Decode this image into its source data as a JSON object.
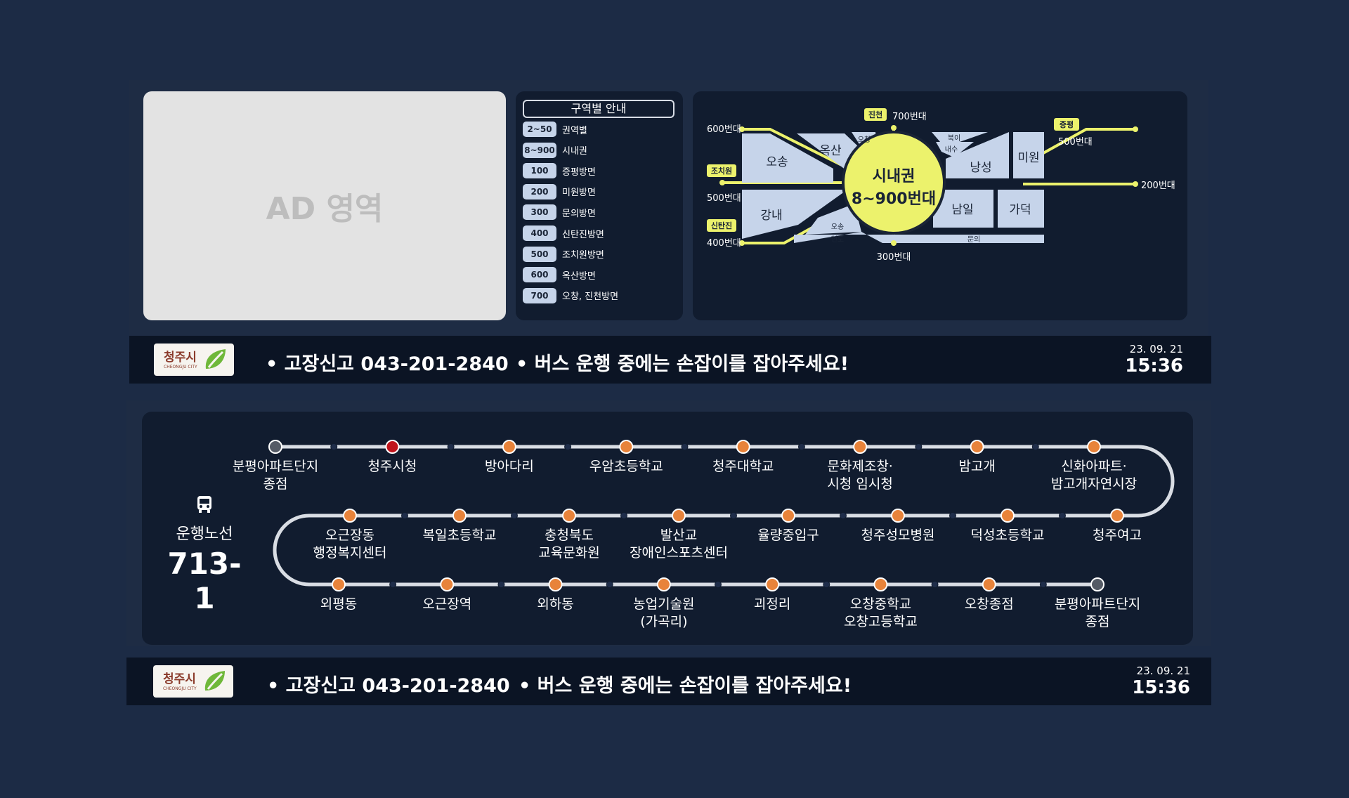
{
  "ad": {
    "label": "AD 영역"
  },
  "zones": {
    "title": "구역별 안내",
    "items": [
      {
        "code": "2~50",
        "name": "권역별"
      },
      {
        "code": "8~900",
        "name": "시내권"
      },
      {
        "code": "100",
        "name": "증평방면"
      },
      {
        "code": "200",
        "name": "미원방면"
      },
      {
        "code": "300",
        "name": "문의방면"
      },
      {
        "code": "400",
        "name": "신탄진방면"
      },
      {
        "code": "500",
        "name": "조치원방면"
      },
      {
        "code": "600",
        "name": "옥산방면"
      },
      {
        "code": "700",
        "name": "오창, 진천방면"
      }
    ]
  },
  "map": {
    "center_title": "시내권",
    "center_range": "8~900번대",
    "labels": {
      "l600": "600번대",
      "l700": "700번대",
      "l500r": "500번대",
      "l200": "200번대",
      "l500l": "500번대",
      "l400": "400번대",
      "l300": "300번대"
    },
    "tags": {
      "jincheon": "진천",
      "jeungpyeong": "증평",
      "jochiwon": "조치원",
      "sintanjin": "신탄진"
    },
    "areas": {
      "osong_big": "오송",
      "oksan": "옥산",
      "gangnae": "강내",
      "nangseong": "낭성",
      "miwon": "미원",
      "namil": "남일",
      "gadeok": "가덕"
    },
    "small": {
      "ochang": "오창",
      "bugi": "북이",
      "naesu": "내수",
      "osong_small": "오송",
      "hyeondo": "현도",
      "munui": "문의"
    },
    "colors": {
      "center": "#ecf26c",
      "area": "#c6d4ea",
      "road": "#ecf26c"
    }
  },
  "ticker": {
    "message1": "• 고장신고 043-201-2840",
    "message2": "• 버스 운행 중에는 손잡이를 잡아주세요!",
    "date": "23. 09. 21",
    "time": "15:36",
    "logo_name": "청주시",
    "logo_sub": "CHEONGJU CITY"
  },
  "route": {
    "title": "운행노선",
    "number": "713-1",
    "row1": [
      {
        "name": [
          "분평아파트단지",
          "종점"
        ],
        "state": "start"
      },
      {
        "name": [
          "청주시청"
        ],
        "state": "current"
      },
      {
        "name": [
          "방아다리"
        ],
        "state": "stop"
      },
      {
        "name": [
          "우암초등학교"
        ],
        "state": "stop"
      },
      {
        "name": [
          "청주대학교"
        ],
        "state": "stop"
      },
      {
        "name": [
          "문화제조창·",
          "시청 임시청"
        ],
        "state": "stop"
      },
      {
        "name": [
          "밤고개"
        ],
        "state": "stop"
      },
      {
        "name": [
          "신화아파트·",
          "밤고개자연시장"
        ],
        "state": "stop"
      }
    ],
    "row2": [
      {
        "name": [
          "청주여고"
        ],
        "state": "stop"
      },
      {
        "name": [
          "덕성초등학교"
        ],
        "state": "stop"
      },
      {
        "name": [
          "청주성모병원"
        ],
        "state": "stop"
      },
      {
        "name": [
          "율량중입구"
        ],
        "state": "stop"
      },
      {
        "name": [
          "발산교",
          "장애인스포츠센터"
        ],
        "state": "stop"
      },
      {
        "name": [
          "충청북도",
          "교육문화원"
        ],
        "state": "stop"
      },
      {
        "name": [
          "복일초등학교"
        ],
        "state": "stop"
      },
      {
        "name": [
          "오근장동",
          "행정복지센터"
        ],
        "state": "stop"
      }
    ],
    "row3": [
      {
        "name": [
          "외평동"
        ],
        "state": "stop"
      },
      {
        "name": [
          "오근장역"
        ],
        "state": "stop"
      },
      {
        "name": [
          "외하동"
        ],
        "state": "stop"
      },
      {
        "name": [
          "농업기술원",
          "(가곡리)"
        ],
        "state": "stop"
      },
      {
        "name": [
          "괴정리"
        ],
        "state": "stop"
      },
      {
        "name": [
          "오창중학교",
          "오창고등학교"
        ],
        "state": "stop"
      },
      {
        "name": [
          "오창종점"
        ],
        "state": "stop"
      },
      {
        "name": [
          "분평아파트단지",
          "종점"
        ],
        "state": "end"
      }
    ],
    "colors": {
      "stop": "#e8833a",
      "current": "#c0141c",
      "terminal": "#555b66",
      "track": "#d9dde4",
      "dot": "#1f2d4a"
    }
  }
}
